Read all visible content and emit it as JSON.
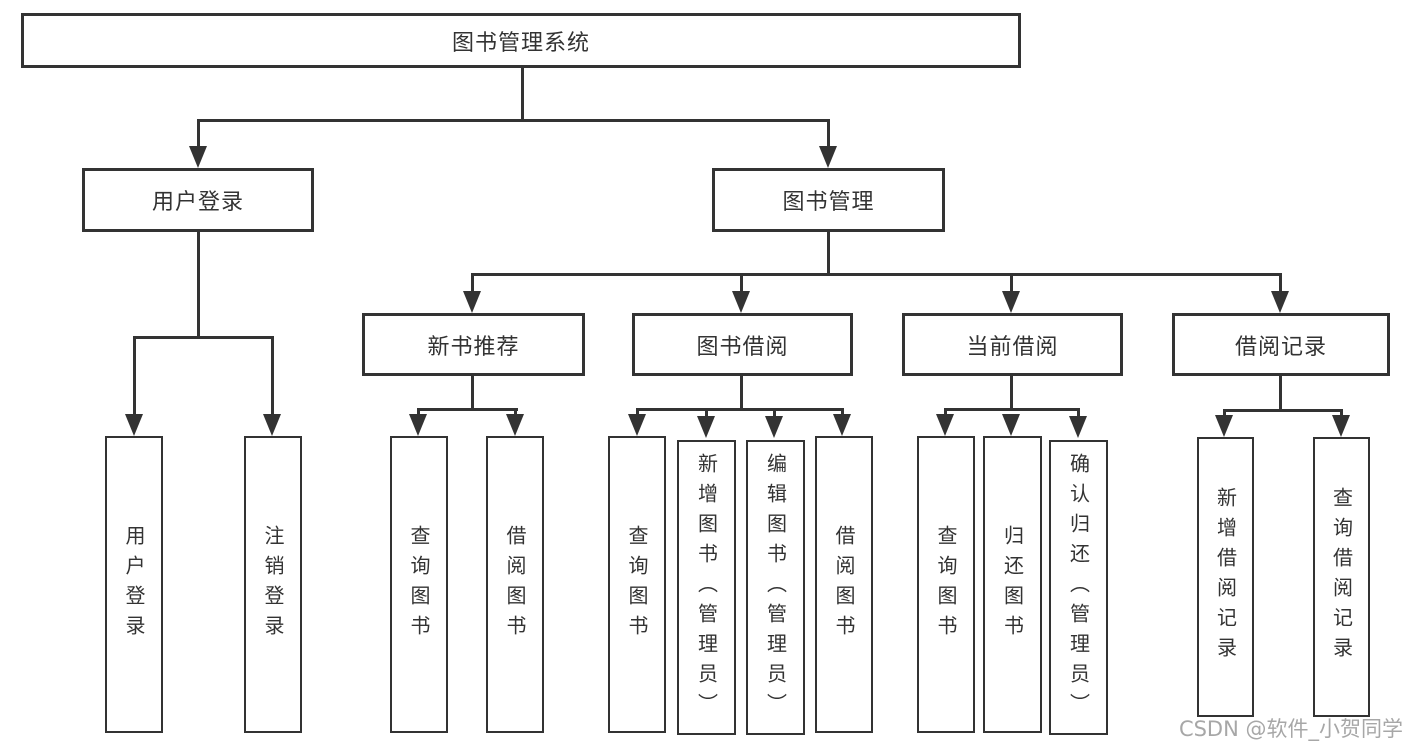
{
  "root": {
    "label": "图书管理系统"
  },
  "level2": {
    "user_login": {
      "label": "用户登录"
    },
    "book_mgmt": {
      "label": "图书管理"
    }
  },
  "level3": {
    "new_book_rec": {
      "label": "新书推荐"
    },
    "book_borrow": {
      "label": "图书借阅"
    },
    "current_borrow": {
      "label": "当前借阅"
    },
    "borrow_record": {
      "label": "借阅记录"
    }
  },
  "leaves": {
    "user_login_leaf": {
      "label": "用户登录"
    },
    "logout": {
      "label": "注销登录"
    },
    "query_book_1": {
      "label": "查询图书"
    },
    "borrow_book_1": {
      "label": "借阅图书"
    },
    "query_book_2": {
      "label": "查询图书"
    },
    "add_book_admin": {
      "label": "新增图书（管理员）"
    },
    "edit_book_admin": {
      "label": "编辑图书（管理员）"
    },
    "borrow_book_2": {
      "label": "借阅图书"
    },
    "query_book_3": {
      "label": "查询图书"
    },
    "return_book": {
      "label": "归还图书"
    },
    "confirm_return_admin": {
      "label": "确认归还（管理员）"
    },
    "add_borrow_record": {
      "label": "新增借阅记录"
    },
    "query_borrow_record": {
      "label": "查询借阅记录"
    }
  },
  "watermark": "CSDN @软件_小贺同学",
  "colors": {
    "line": "#333333",
    "text": "#333333",
    "box_background": "#ffffff",
    "watermark": "#a3a3a3"
  }
}
